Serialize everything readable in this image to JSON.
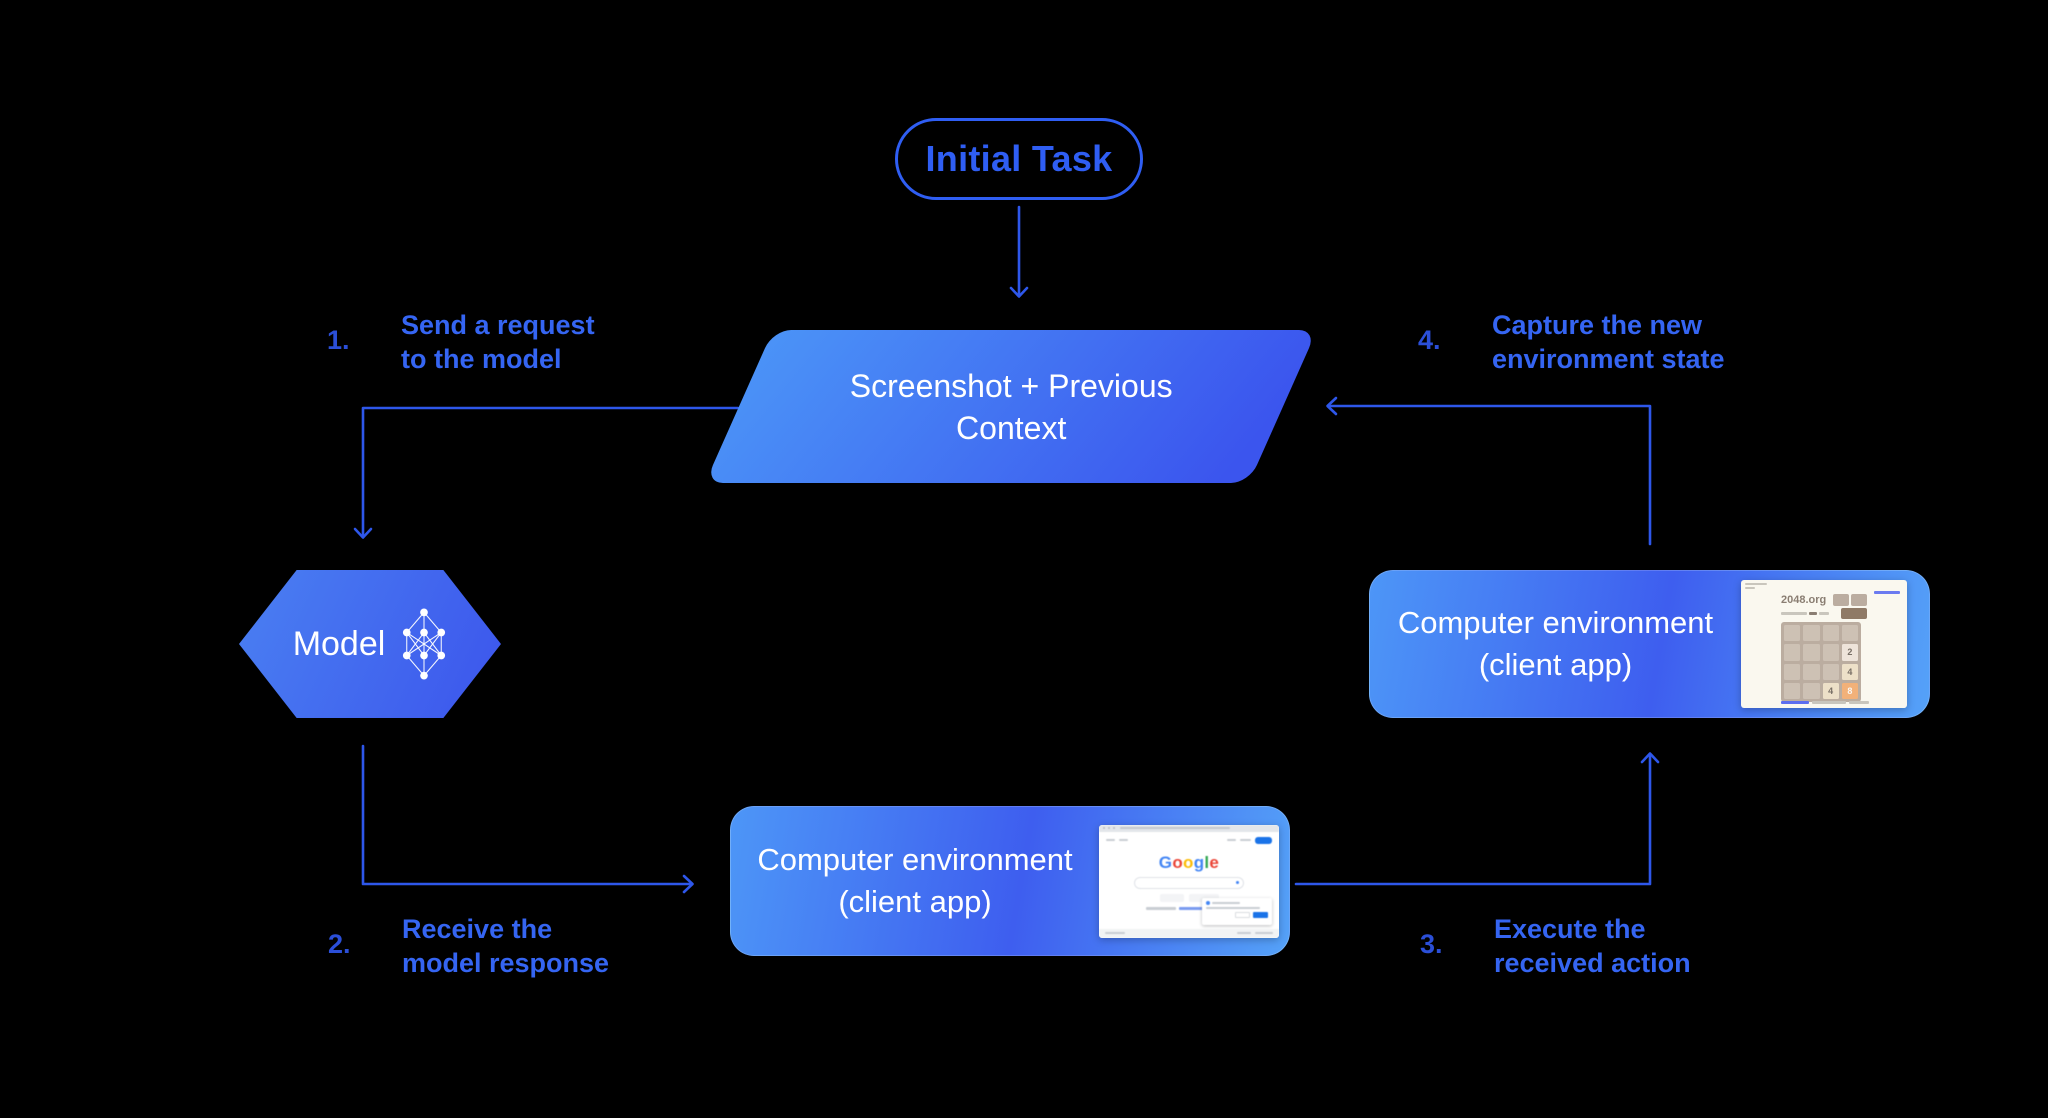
{
  "colors": {
    "background": "#000000",
    "arrow_blue": "#2e57ea",
    "pill_blue": "#2f5ef3",
    "step_number_blue": "#2b4fd8",
    "step_label_blue": "#3565f2",
    "shape_gradient_start": "#4b93f7",
    "shape_gradient_end": "#3b55ee",
    "box_gradient_light": "#55a2f8",
    "shape_text": "#ffffff"
  },
  "initial_task": {
    "label": "Initial Task"
  },
  "screenshot_node": {
    "line1": "Screenshot + Previous",
    "line2": "Context"
  },
  "model_node": {
    "label": "Model",
    "icon": "neural-network-icon"
  },
  "env_bottom": {
    "line1": "Computer environment",
    "line2": "(client app)"
  },
  "env_right": {
    "line1": "Computer environment",
    "line2": "(client app)"
  },
  "steps": {
    "s1": {
      "num": "1.",
      "line1": "Send a request",
      "line2": "to the model"
    },
    "s2": {
      "num": "2.",
      "line1": "Receive the",
      "line2": "model response"
    },
    "s3": {
      "num": "3.",
      "line1": "Execute the",
      "line2": "received action"
    },
    "s4": {
      "num": "4.",
      "line1": "Capture the new",
      "line2": "environment state"
    }
  },
  "google_shot": {
    "logo_letters": [
      {
        "ch": "G",
        "style": "color:#4285F4"
      },
      {
        "ch": "o",
        "style": "color:#EA4335"
      },
      {
        "ch": "o",
        "style": "color:#FBBC05"
      },
      {
        "ch": "g",
        "style": "color:#4285F4"
      },
      {
        "ch": "l",
        "style": "color:#34A853"
      },
      {
        "ch": "e",
        "style": "color:#EA4335"
      }
    ],
    "signin_color": "#1a73e8"
  },
  "game_shot": {
    "site": "2048.org",
    "cells": [
      null,
      null,
      null,
      null,
      null,
      null,
      null,
      {
        "v": "2",
        "style": "background:#eee4da;color:#776e65"
      },
      null,
      null,
      null,
      {
        "v": "4",
        "style": "background:#ede0c8;color:#776e65"
      },
      null,
      null,
      {
        "v": "4",
        "style": "background:#ede0c8;color:#776e65"
      },
      {
        "v": "8",
        "style": "background:#f2b179;color:#f9f6f2"
      }
    ]
  }
}
